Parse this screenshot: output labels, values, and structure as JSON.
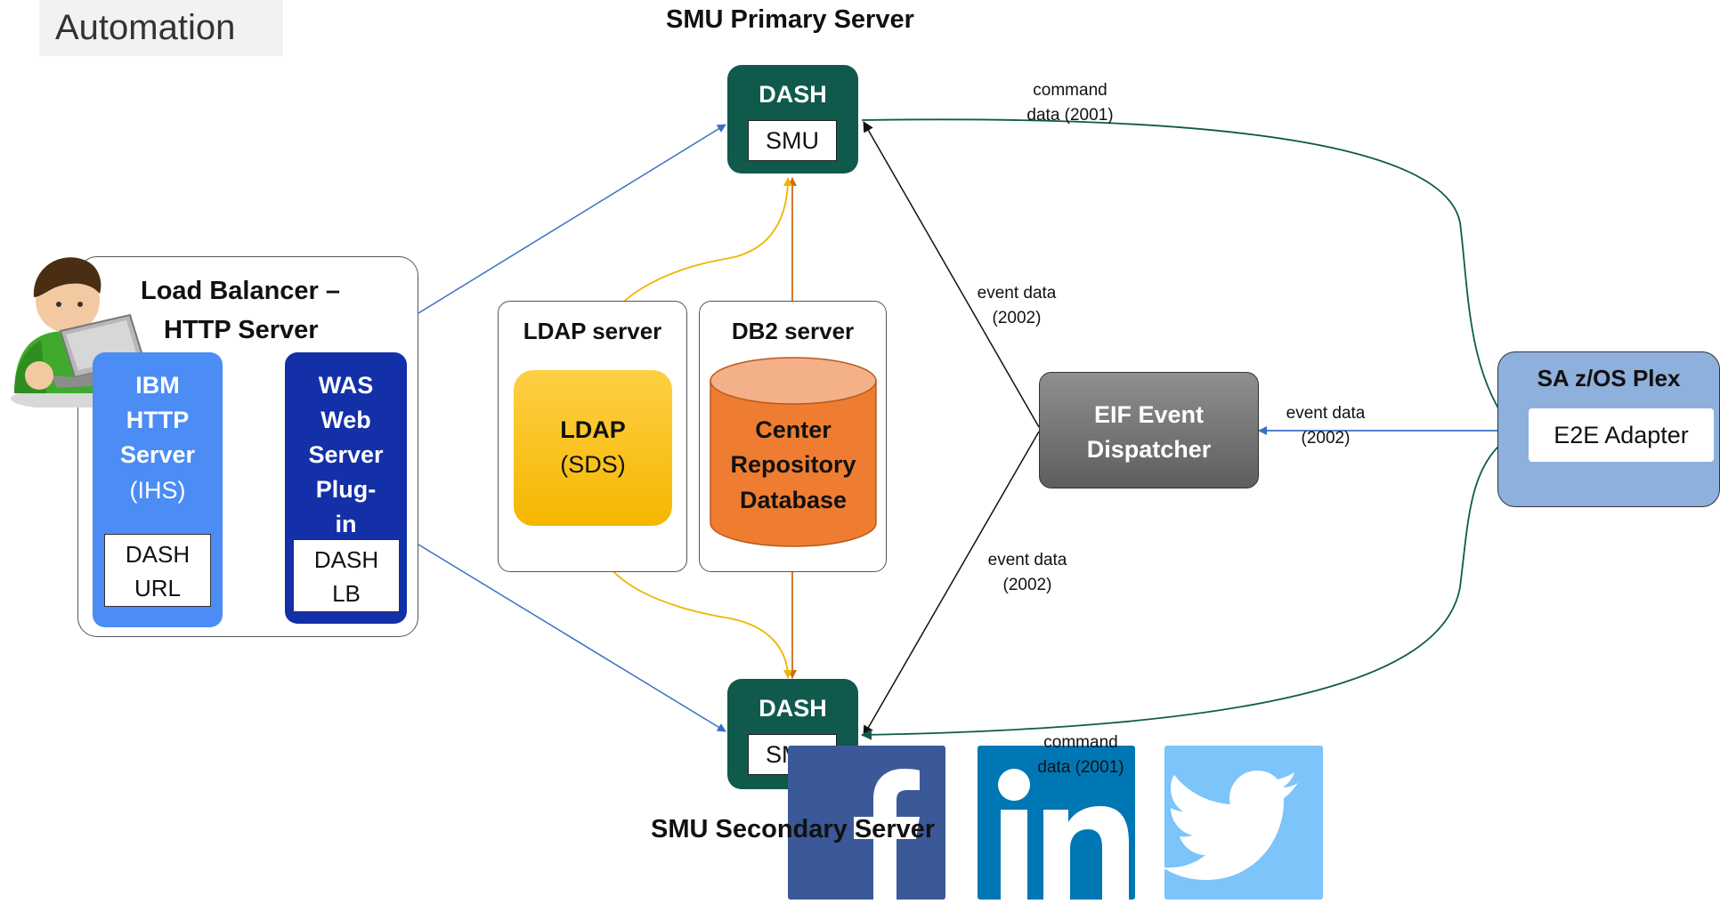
{
  "tag": "Automation",
  "primary_title": "SMU Primary Server",
  "secondary_title": "SMU Secondary Server",
  "dash_label": "DASH",
  "smu_label": "SMU",
  "load_balancer": {
    "title_line1": "Load Balancer –",
    "title_line2": "HTTP Server"
  },
  "ihs": {
    "line1": "IBM",
    "line2": "HTTP",
    "line3": "Server",
    "line4": "(IHS)",
    "box_line1": "DASH",
    "box_line2": "URL"
  },
  "was": {
    "line1": "WAS",
    "line2": "Web",
    "line3": "Server",
    "line4": "Plug-",
    "line5": "in",
    "box_line1": "DASH",
    "box_line2": "LB"
  },
  "ldap_server": {
    "title": "LDAP server",
    "name": "LDAP",
    "sub": "(SDS)"
  },
  "db2_server": {
    "title": "DB2 server",
    "line1": "Center",
    "line2": "Repository",
    "line3": "Database"
  },
  "eif": {
    "line1": "EIF Event",
    "line2": "Dispatcher"
  },
  "plex": {
    "title": "SA z/OS Plex",
    "adapter": "E2E Adapter"
  },
  "labels": {
    "command": "command",
    "data_2001": "data (2001)",
    "event_data": "event data",
    "code_2002": "(2002)"
  },
  "colors": {
    "dash_green": "#0f5a4c",
    "ihs_blue": "#4b8cf5",
    "was_navy": "#1330a8",
    "ldap_yellow": "#ffc000",
    "db_orange": "#ee7d31",
    "plex_blue": "#8eb0dc",
    "facebook": "#3b5998",
    "linkedin": "#0077b5",
    "twitter": "#55acee"
  },
  "social": [
    "facebook-icon",
    "linkedin-icon",
    "twitter-icon"
  ]
}
